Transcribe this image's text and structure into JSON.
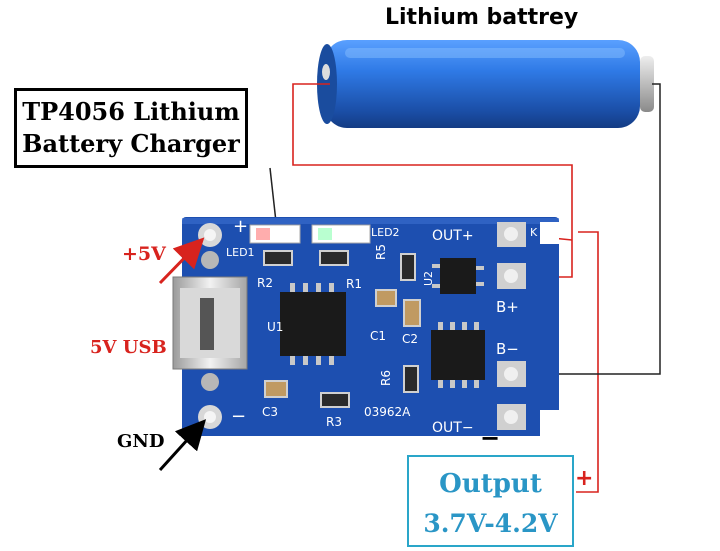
{
  "battery": {
    "title": "Lithium battrey"
  },
  "charger": {
    "line1": "TP4056 Lithium",
    "line2": "Battery Charger"
  },
  "labels": {
    "plus5v": "+5V",
    "usb": "5V USB",
    "gnd": "GND"
  },
  "output": {
    "line1": "Output",
    "line2": "3.7V-4.2V",
    "plus": "+",
    "minus": "−"
  },
  "board": {
    "silkscreen": {
      "plus": "+",
      "minus": "−",
      "led1": "LED1",
      "led2": "LED2",
      "r1": "R1",
      "r2": "R2",
      "r3": "R3",
      "r5": "R5",
      "r6": "R6",
      "c1": "C1",
      "c2": "C2",
      "c3": "C3",
      "u1": "U1",
      "u2": "U2",
      "code": "03962A",
      "out_plus": "OUT+",
      "out_minus": "OUT−",
      "b_plus": "B+",
      "b_minus": "B−",
      "k": "K"
    }
  },
  "colors": {
    "board": "#1d4fb0",
    "wire_red": "#d8231e",
    "wire_black": "#222222",
    "battery": "#2a6fd1",
    "output_border": "#2aa6c9"
  }
}
